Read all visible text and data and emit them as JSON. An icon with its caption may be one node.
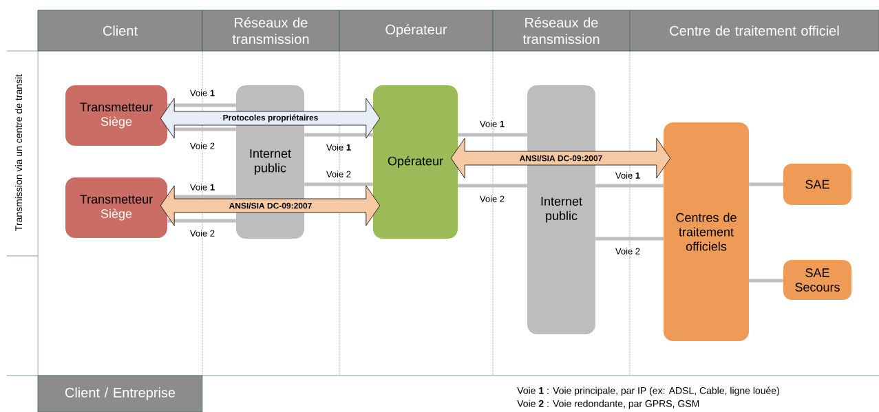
{
  "diagram": {
    "nodes": [
      {
        "text": [
          "Client"
        ]
      },
      {
        "text": [
          "Réseaux de transmission"
        ]
      },
      {
        "text": [
          "Opérateur"
        ]
      },
      {
        "text": [
          "Réseaux de transmission"
        ]
      },
      {
        "text": [
          "Centre de traitement officiel"
        ]
      },
      {
        "text": [
          "Transmetteur",
          "Siège"
        ]
      },
      {
        "text": [
          "Internet public"
        ]
      },
      {
        "text": [
          "Transmetteur",
          "Siège"
        ]
      },
      {
        "text": [
          "Opérateur"
        ]
      },
      {
        "text": [
          "Internet public"
        ]
      },
      {
        "text": [
          "Centres de traitement officiels"
        ]
      },
      {
        "text": [
          "SAE"
        ]
      },
      {
        "text": [
          "SAE Secours"
        ]
      },
      {
        "text": [
          "Client / Entreprise"
        ]
      }
    ],
    "edges": [
      {
        "from": 5,
        "to": 6,
        "arrow": "none",
        "label": "Voie **1**"
      },
      {
        "from": 5,
        "to": 6,
        "arrow": "none",
        "label": "Voie 2"
      },
      {
        "from": 7,
        "to": 6,
        "arrow": "none",
        "label": "Voie **1**"
      },
      {
        "from": 7,
        "to": 6,
        "arrow": "none",
        "label": "Voie 2"
      },
      {
        "from": 6,
        "to": 8,
        "arrow": "none",
        "label": "Voie **1**"
      },
      {
        "from": 6,
        "to": 8,
        "arrow": "none",
        "label": "Voie 2"
      },
      {
        "from": 8,
        "to": 9,
        "arrow": "none",
        "label": "Voie **1**"
      },
      {
        "from": 8,
        "to": 9,
        "arrow": "none",
        "label": "Voie 2"
      },
      {
        "from": 9,
        "to": 10,
        "arrow": "none",
        "label": "Voie **1**"
      },
      {
        "from": 9,
        "to": 10,
        "arrow": "none",
        "label": "Voie 2"
      },
      {
        "from": 10,
        "to": 11,
        "arrow": "none"
      },
      {
        "from": 10,
        "to": 12,
        "arrow": "none"
      },
      {
        "from": 5,
        "to": 8,
        "arrow": "both",
        "label": "Protocoles propriétaires",
        "style": "thick",
        "color": "#e6edf6"
      },
      {
        "from": 7,
        "to": 8,
        "arrow": "both",
        "label": "ANSI/SIA DC-09:2007",
        "style": "thick",
        "color": "#f7c9a3"
      },
      {
        "from": 8,
        "to": 10,
        "arrow": "both",
        "label": "ANSI/SIA DC-09:2007",
        "style": "thick",
        "color": "#f7c9a3"
      }
    ],
    "labels": [
      "Transmission via un centre de transit",
      "Voie **1** : Voie principale, par IP (ex: ADSL, Cable, ligne louée)",
      "Voie **2** : Voie redondante, par GPRS, GSM"
    ]
  }
}
